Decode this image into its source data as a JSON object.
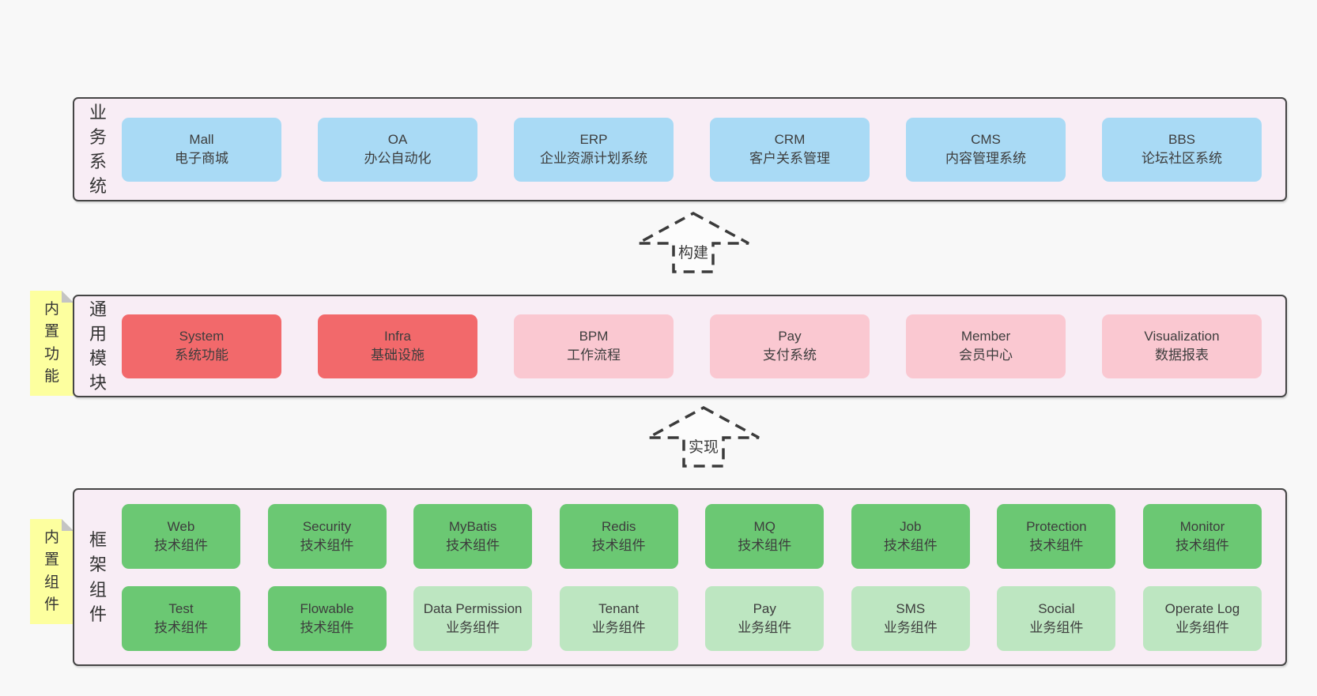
{
  "bands": [
    {
      "label": "业务系统",
      "rows": [
        [
          {
            "name": "Mall",
            "desc": "电子商城"
          },
          {
            "name": "OA",
            "desc": "办公自动化"
          },
          {
            "name": "ERP",
            "desc": "企业资源计划系统"
          },
          {
            "name": "CRM",
            "desc": "客户关系管理"
          },
          {
            "name": "CMS",
            "desc": "内容管理系统"
          },
          {
            "name": "BBS",
            "desc": "论坛社区系统"
          }
        ]
      ]
    },
    {
      "label": "通用模块",
      "sticky": "内置功能",
      "rows": [
        [
          {
            "name": "System",
            "desc": "系统功能"
          },
          {
            "name": "Infra",
            "desc": "基础设施"
          },
          {
            "name": "BPM",
            "desc": "工作流程"
          },
          {
            "name": "Pay",
            "desc": "支付系统"
          },
          {
            "name": "Member",
            "desc": "会员中心"
          },
          {
            "name": "Visualization",
            "desc": "数据报表"
          }
        ]
      ]
    },
    {
      "label": "框架组件",
      "sticky": "内置组件",
      "rows": [
        [
          {
            "name": "Web",
            "desc": "技术组件"
          },
          {
            "name": "Security",
            "desc": "技术组件"
          },
          {
            "name": "MyBatis",
            "desc": "技术组件"
          },
          {
            "name": "Redis",
            "desc": "技术组件"
          },
          {
            "name": "MQ",
            "desc": "技术组件"
          },
          {
            "name": "Job",
            "desc": "技术组件"
          },
          {
            "name": "Protection",
            "desc": "技术组件"
          },
          {
            "name": "Monitor",
            "desc": "技术组件"
          }
        ],
        [
          {
            "name": "Test",
            "desc": "技术组件"
          },
          {
            "name": "Flowable",
            "desc": "技术组件"
          },
          {
            "name": "Data Permission",
            "desc": "业务组件"
          },
          {
            "name": "Tenant",
            "desc": "业务组件"
          },
          {
            "name": "Pay",
            "desc": "业务组件"
          },
          {
            "name": "SMS",
            "desc": "业务组件"
          },
          {
            "name": "Social",
            "desc": "业务组件"
          },
          {
            "name": "Operate Log",
            "desc": "业务组件"
          }
        ]
      ]
    }
  ],
  "arrows": [
    {
      "label": "构建"
    },
    {
      "label": "实现"
    }
  ],
  "colors": {
    "page_bg": "#f8f8f8",
    "band_bg": "#f8edf5",
    "band_border": "#454545",
    "blue_box": "#a9daf5",
    "red_box": "#f2696b",
    "pink_box": "#fac8d1",
    "green_box": "#6bc873",
    "light_green_box": "#bde6c1",
    "sticky_yellow": "#fdff9f",
    "text": "#3d3d3d"
  }
}
